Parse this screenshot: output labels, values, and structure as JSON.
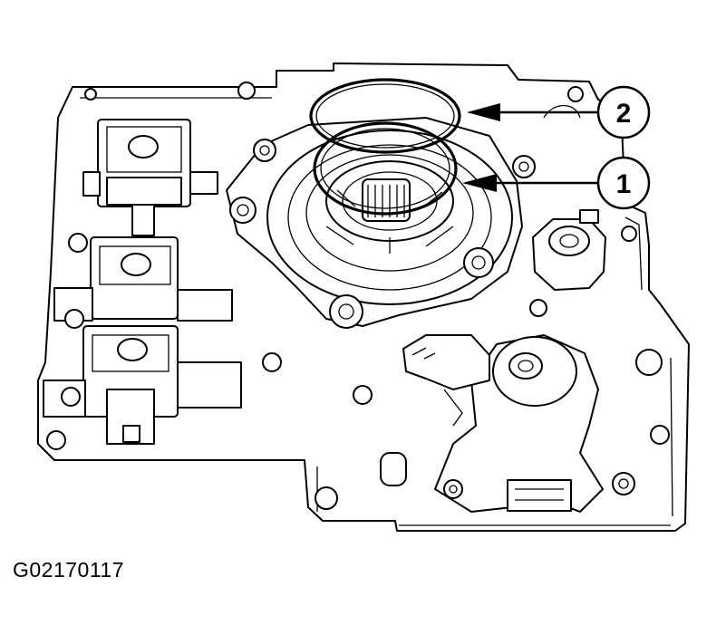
{
  "figure_code": "G02170117",
  "callouts": [
    {
      "number": "2"
    },
    {
      "number": "1"
    }
  ]
}
